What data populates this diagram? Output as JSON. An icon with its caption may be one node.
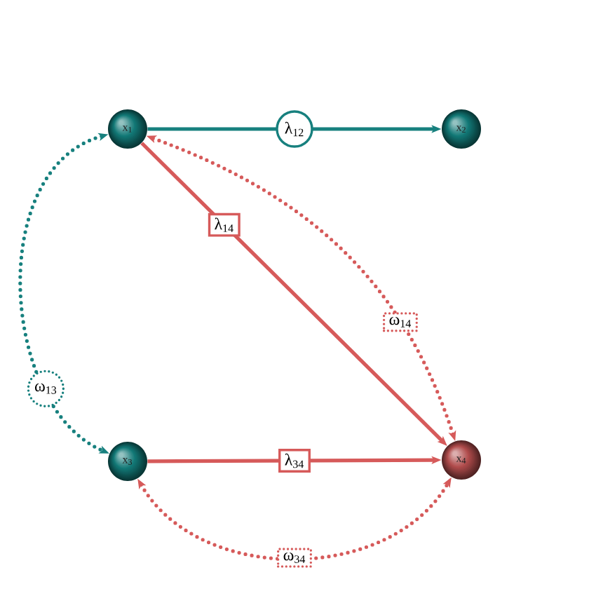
{
  "diagram": {
    "nodes": [
      {
        "text": [
          "x$_{1}$"
        ]
      },
      {
        "text": [
          "x$_{2}$"
        ]
      },
      {
        "text": [
          "x$_{3}$"
        ]
      },
      {
        "text": [
          "x$_{4}$"
        ]
      }
    ],
    "edges": [
      {
        "from": 0,
        "to": 1,
        "arrow": "to",
        "label": "λ$_{12}$",
        "color": "#17807e"
      },
      {
        "from": 0,
        "to": 3,
        "arrow": "to",
        "label": "λ$_{14}$"
      },
      {
        "from": 2,
        "to": 3,
        "arrow": "to",
        "label": "λ$_{34}$"
      },
      {
        "from": 0,
        "to": 3,
        "arrow": "both",
        "label": "ω$_{14}$",
        "style": "dashed"
      },
      {
        "from": 0,
        "to": 2,
        "arrow": "both",
        "label": "ω$_{13}$",
        "style": "dashed",
        "color": "#17807e"
      },
      {
        "from": 2,
        "to": 3,
        "arrow": "both",
        "label": "ω$_{34}$",
        "style": "dashed"
      }
    ]
  }
}
